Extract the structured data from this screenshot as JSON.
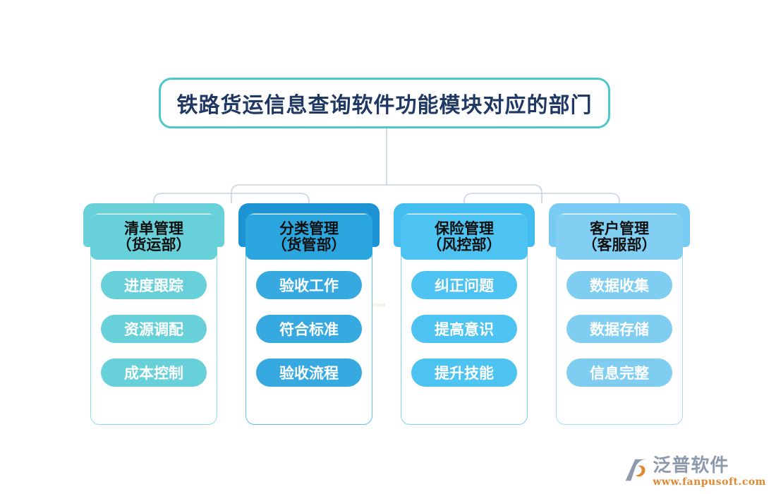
{
  "diagram": {
    "type": "org-tree",
    "title": "铁路货运信息查询软件功能模块对应的部门",
    "title_text_color": "#1f3864",
    "title_border_color": "#4ec7c9",
    "connector_color": "#c9d4e4",
    "background": "#ffffff",
    "columns": [
      {
        "header_line1": "清单管理",
        "header_line2": "（货运部）",
        "band_color": "#67d0d8",
        "header_color": "#67d0d8",
        "pill_color": "#67d0d8",
        "border_color": "#8ddee3",
        "items": [
          {
            "label": "进度跟踪"
          },
          {
            "label": "资源调配"
          },
          {
            "label": "成本控制"
          }
        ]
      },
      {
        "header_line1": "分类管理",
        "header_line2": "（货管部）",
        "band_color": "#1e93d4",
        "header_color": "#2ca6de",
        "pill_color": "#35a9e0",
        "border_color": "#61c0ec",
        "items": [
          {
            "label": "验收工作"
          },
          {
            "label": "符合标准"
          },
          {
            "label": "验收流程"
          }
        ]
      },
      {
        "header_line1": "保险管理",
        "header_line2": "（风控部）",
        "band_color": "#43bdf0",
        "header_color": "#4cc3f0",
        "pill_color": "#4cc3f0",
        "border_color": "#7fd4f3",
        "items": [
          {
            "label": "纠正问题"
          },
          {
            "label": "提高意识"
          },
          {
            "label": "提升技能"
          }
        ]
      },
      {
        "header_line1": "客户管理",
        "header_line2": "（客服部）",
        "band_color": "#78cbf2",
        "header_color": "#81cff3",
        "pill_color": "#7fcef2",
        "border_color": "#a5dcf6",
        "items": [
          {
            "label": "数据收集"
          },
          {
            "label": "数据存储"
          },
          {
            "label": "信息完整"
          }
        ]
      }
    ]
  },
  "branding": {
    "name": "泛普软件",
    "url": "www.fanpusoft.com",
    "mark_color_dark": "#8d9aad",
    "mark_color_accent": "#e0882f"
  },
  "watermark": {
    "name": "泛普软件",
    "url": "www.fanpusoft.com"
  }
}
